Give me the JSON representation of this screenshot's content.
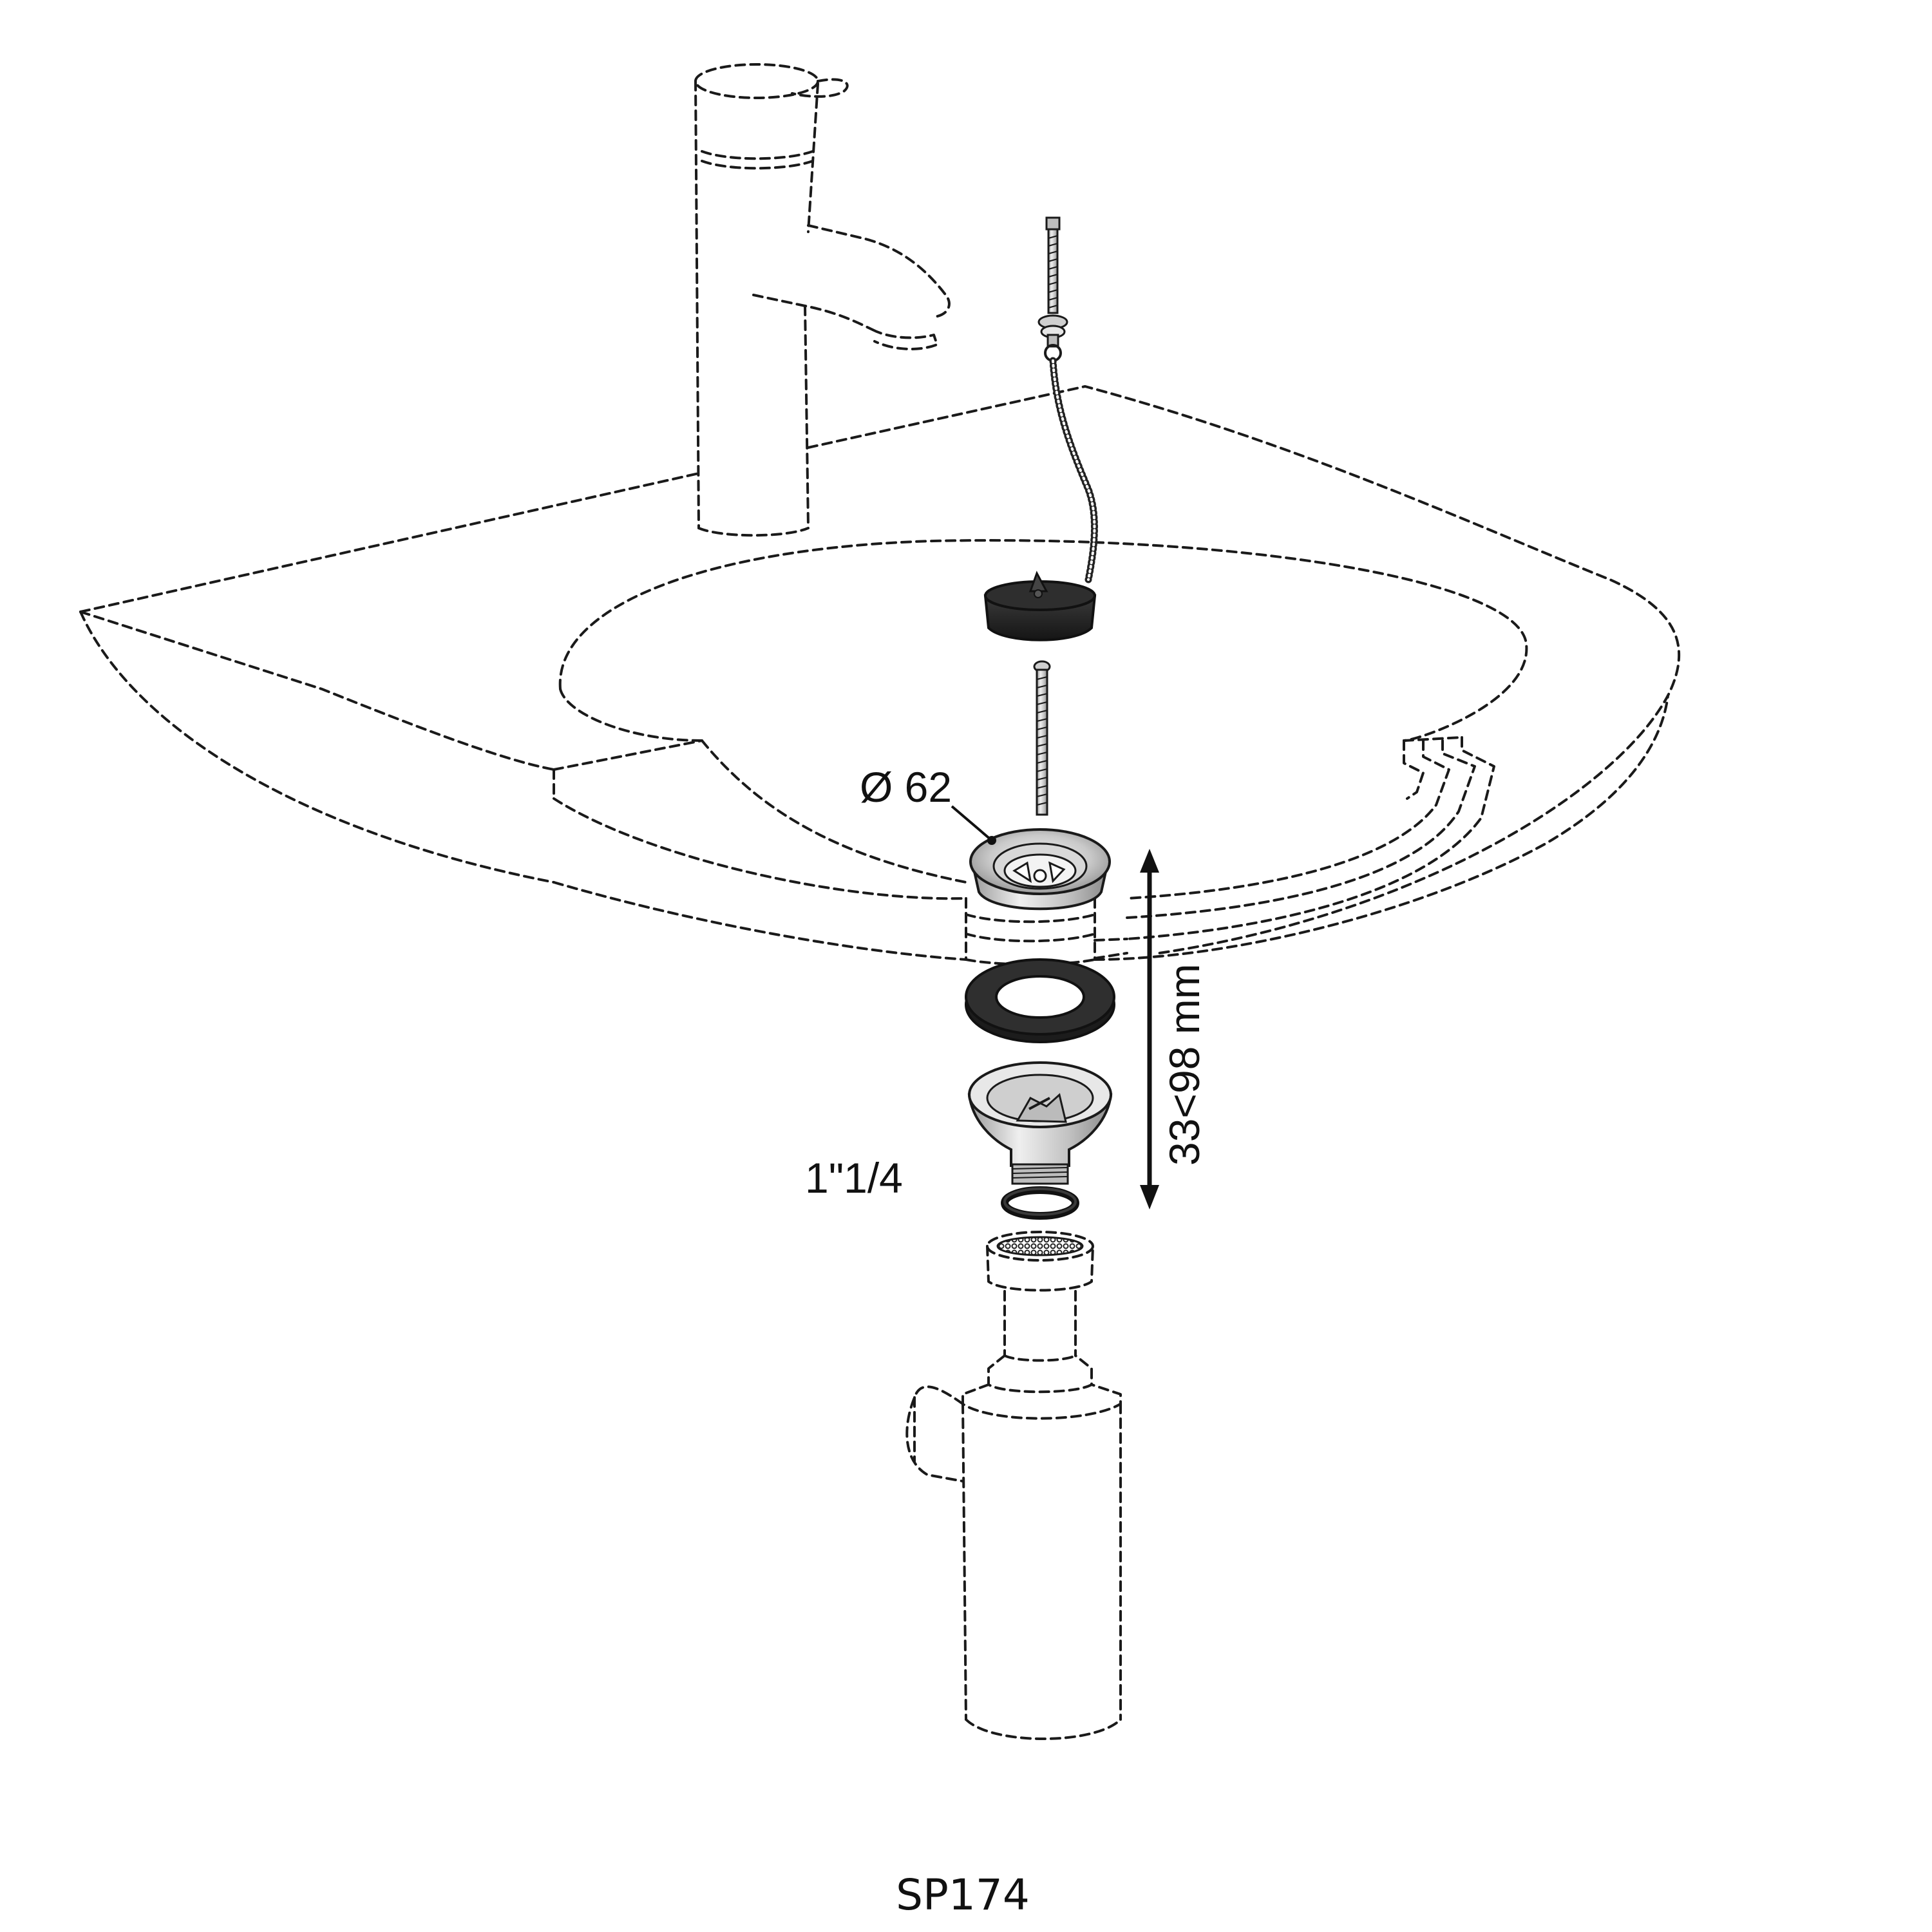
{
  "diagram": {
    "labels": {
      "diameter": "Ø 62",
      "thread": "1\"1/4",
      "height_range": "33<98 mm",
      "product_code": "SP174"
    },
    "colors": {
      "line": "#1a1a1a",
      "rubber": "#2b2b2b",
      "metal_light": "#e4e4e4",
      "metal_mid": "#b5b5b5",
      "metal_dark": "#8a8a8a"
    },
    "parts": [
      "tap-icon",
      "washbasin-icon",
      "bolt-icon",
      "ball-chain-icon",
      "rubber-plug-icon",
      "center-screw-icon",
      "drain-flange-icon",
      "rubber-gasket-icon",
      "lower-drain-body-icon",
      "o-ring-icon",
      "bottle-trap-icon"
    ]
  }
}
